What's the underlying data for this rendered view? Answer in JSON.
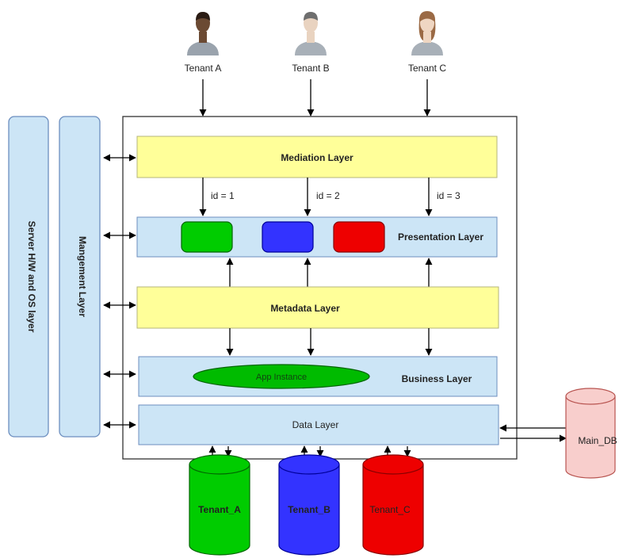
{
  "tenants": [
    {
      "label": "Tenant A",
      "skin": "#6b4a33",
      "hair": "#2a1c14",
      "shirt": "#9aa3ad"
    },
    {
      "label": "Tenant B",
      "skin": "#e9d3c0",
      "hair": "#6e6e6e",
      "shirt": "#a8b0b8"
    },
    {
      "label": "Tenant C",
      "skin": "#efd6c2",
      "hair": "#9b6a45",
      "shirt": "#a8b0b8"
    }
  ],
  "side_layers": {
    "server": "Server H/W and OS layer",
    "management": "Mangement Layer"
  },
  "layers": {
    "mediation": "Mediation Layer",
    "presentation": "Presentation Layer",
    "metadata": "Metadata Layer",
    "business": "Business Layer",
    "data": "Data Layer"
  },
  "app_instance": "App Instance",
  "ids": [
    "id = 1",
    "id = 2",
    "id = 3"
  ],
  "databases": [
    {
      "label": "Tenant_A",
      "color": "#00cc00"
    },
    {
      "label": "Tenant_B",
      "color": "#3333ff"
    },
    {
      "label": "Tenant_C",
      "color": "#ee0000"
    }
  ],
  "main_db": "Main_DB",
  "colors": {
    "yellow_layer": "#ffff99",
    "blue_layer": "#cce5f6",
    "main_db": "#f8cecc",
    "app_instance": "#00bb00"
  }
}
